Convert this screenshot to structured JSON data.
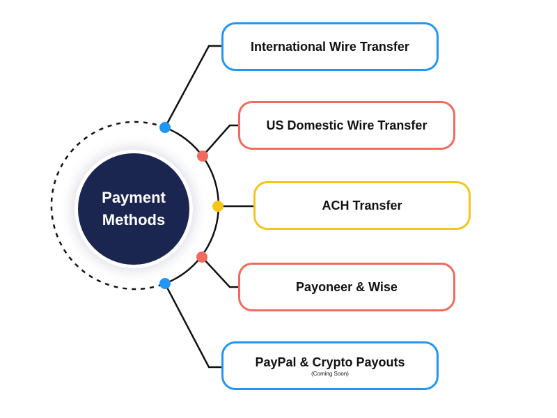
{
  "center": {
    "line1": "Payment",
    "line2": "Methods"
  },
  "colors": {
    "navy": "#1a2550",
    "blue": "#2196f3",
    "red": "#f06b5e",
    "yellow": "#f5c518"
  },
  "methods": [
    {
      "label": "International Wire Transfer",
      "note": "",
      "color": "blue"
    },
    {
      "label": "US Domestic Wire Transfer",
      "note": "",
      "color": "red"
    },
    {
      "label": "ACH Transfer",
      "note": "",
      "color": "yellow"
    },
    {
      "label": "Payoneer & Wise",
      "note": "",
      "color": "red"
    },
    {
      "label": "PayPal & Crypto Payouts",
      "note": "(Coming Soon)",
      "color": "blue"
    }
  ]
}
